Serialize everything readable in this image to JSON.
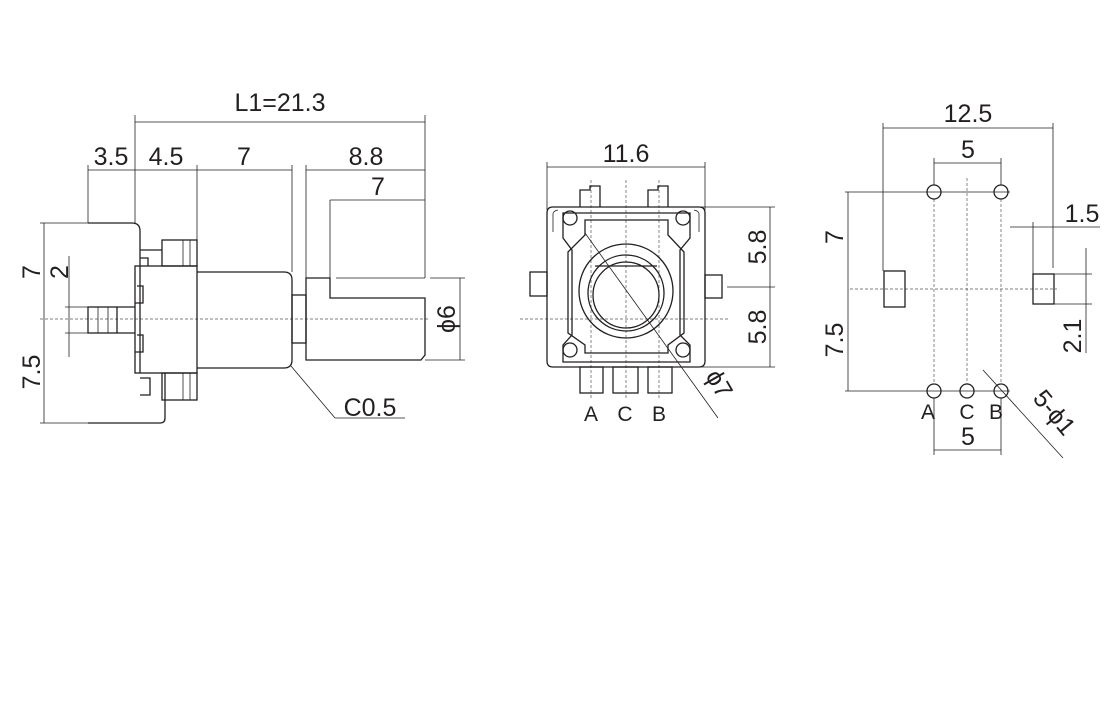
{
  "side_view": {
    "overall_length": "L1=21.3",
    "dim_3_5": "3.5",
    "dim_4_5": "4.5",
    "dim_7_body": "7",
    "dim_8_8": "8.8",
    "dim_7_flat": "7",
    "dim_7_height": "7",
    "dim_2": "2",
    "dim_7_5": "7.5",
    "chamfer": "C0.5",
    "shaft_diameter": "ϕ6"
  },
  "front_view": {
    "width": "11.6",
    "dim_5_8_top": "5.8",
    "dim_5_8_bottom": "5.8",
    "ring_diameter": "ϕ7",
    "pins": [
      "A",
      "C",
      "B"
    ]
  },
  "footprint_view": {
    "width": "12.5",
    "top_pitch": "5",
    "tab_width": "1.5",
    "dim_7": "7",
    "dim_7_5": "7.5",
    "tab_height": "2.1",
    "hole_spec": "5-ϕ1",
    "bottom_pitch": "5",
    "pins": [
      "A",
      "C",
      "B"
    ]
  }
}
